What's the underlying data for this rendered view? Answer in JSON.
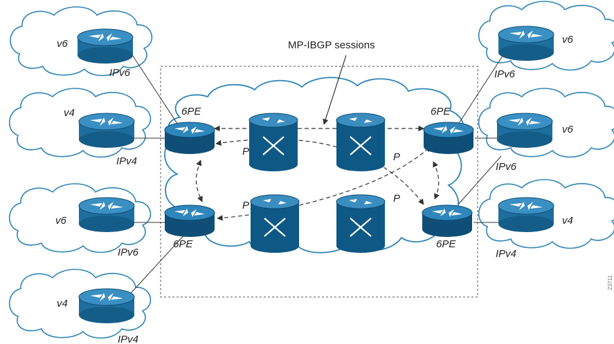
{
  "diagram": {
    "title": "MP-IBGP sessions",
    "side_mark": "23711",
    "pe_label": "6PE",
    "p_label": "P",
    "colors": {
      "router": "#1d6e9e",
      "router_dark": "#0f4f77",
      "core_router": "#0e5885",
      "cloud_stroke": "#2e83b6",
      "line": "#333333"
    },
    "customer_sites": [
      {
        "net": "v6",
        "proto": "IPv6"
      },
      {
        "net": "v4",
        "proto": "IPv4"
      },
      {
        "net": "v6",
        "proto": "IPv6"
      },
      {
        "net": "v4",
        "proto": "IPv4"
      },
      {
        "net": "v6",
        "proto": "IPv6"
      },
      {
        "net": "v6",
        "proto": "IPv6"
      },
      {
        "net": "v4",
        "proto": "IPv4"
      }
    ]
  }
}
